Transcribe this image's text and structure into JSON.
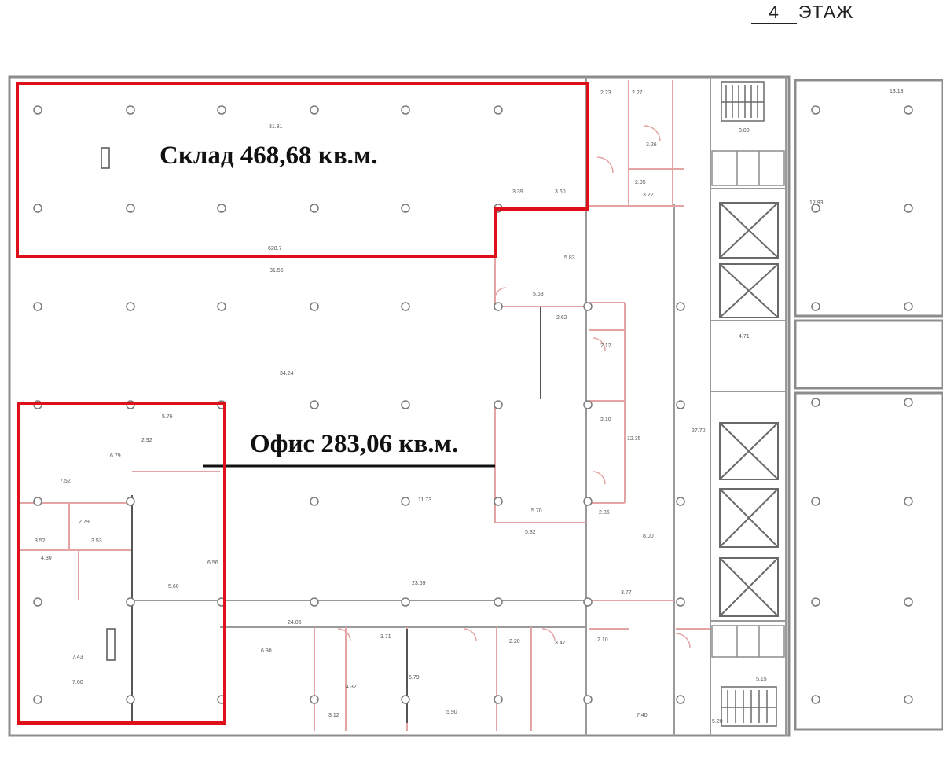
{
  "floor": {
    "number": "4",
    "label": "ЭТАЖ"
  },
  "zones": {
    "warehouse": {
      "label": "Склад 468,68 кв.м.",
      "outline_color": "#e0101a"
    },
    "office": {
      "label": "Офис 283,06  кв.м.",
      "outline_color": "#e0101a"
    }
  },
  "colors": {
    "walls": "#8c8c8c",
    "partitions": "#e4a4a4",
    "columns": "#7a7a7a",
    "dims": "#555555",
    "leader": "#111111"
  },
  "dimensions": [
    "31.81",
    "628.7",
    "31.56",
    "34.24",
    "5.76",
    "6.79",
    "7.52",
    "2.92",
    "23.69",
    "24.06",
    "3.71",
    "6.90",
    "2.20",
    "3.47",
    "2.10",
    "7.40",
    "5.60",
    "6.56",
    "5.70",
    "5.82",
    "2.36",
    "8.00",
    "3.77",
    "12.35",
    "27.70",
    "4.71",
    "3.00",
    "3.26",
    "2.23",
    "2.27",
    "2.12",
    "2.62",
    "3.39",
    "3.60",
    "5.63",
    "3.53",
    "3.52",
    "2.79",
    "4.30",
    "7.43",
    "7.60",
    "3.12",
    "5.90",
    "12.93",
    "13.13",
    "2.95",
    "3.22",
    "5.15",
    "5.20",
    "11.73",
    "4.32",
    "5.83",
    "6.79",
    "2.10"
  ]
}
